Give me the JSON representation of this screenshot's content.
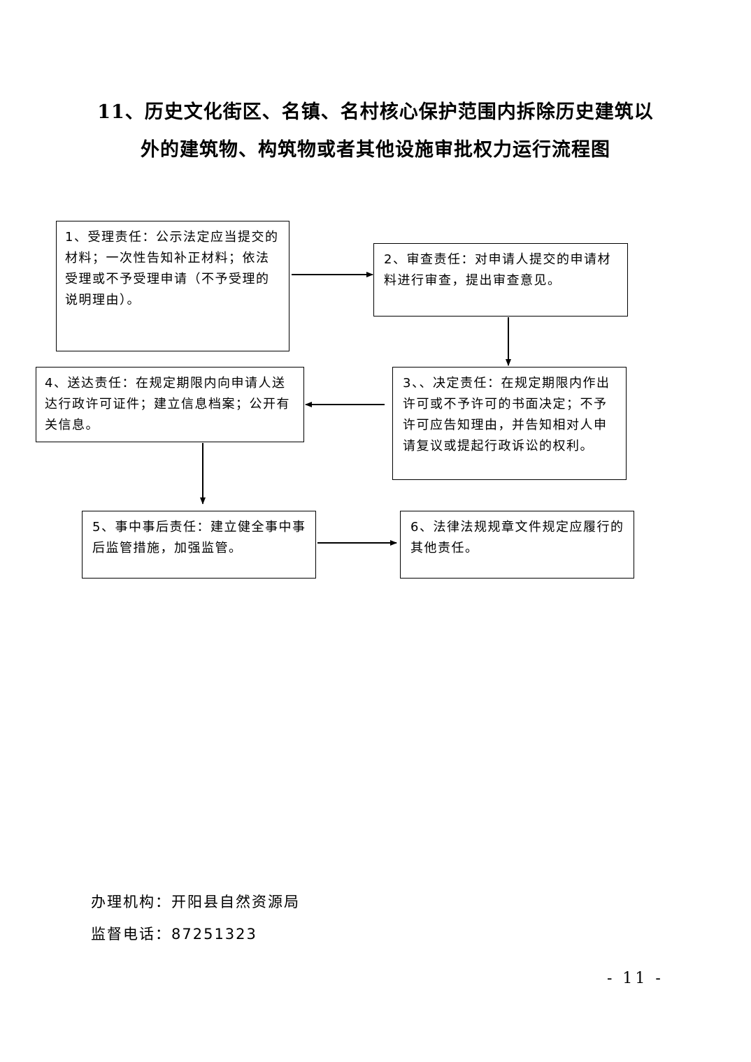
{
  "title": {
    "line1": "11、历史文化街区、名镇、名村核心保护范围内拆除历史建筑以",
    "line2": "外的建筑物、构筑物或者其他设施审批权力运行流程图"
  },
  "steps": [
    {
      "text": "1、受理责任：公示法定应当提交的材料；一次性告知补正材料；依法受理或不予受理申请（不予受理的说明理由）。"
    },
    {
      "text": "2、审查责任：对申请人提交的申请材料进行审查，提出审查意见。"
    },
    {
      "text": "3、、决定责任：在规定期限内作出许可或不予许可的书面决定；不予许可应告知理由，并告知相对人申请复议或提起行政诉讼的权利。"
    },
    {
      "text": "4、送达责任：在规定期限内向申请人送达行政许可证件；建立信息档案；公开有关信息。"
    },
    {
      "text": "5、事中事后责任：建立健全事中事后监管措施，加强监管。"
    },
    {
      "text": "6、法律法规规章文件规定应履行的其他责任。"
    }
  ],
  "footer": {
    "agency": "办理机构：开阳县自然资源局",
    "phone": "监督电话：87251323"
  },
  "page_number": "- 11 -"
}
